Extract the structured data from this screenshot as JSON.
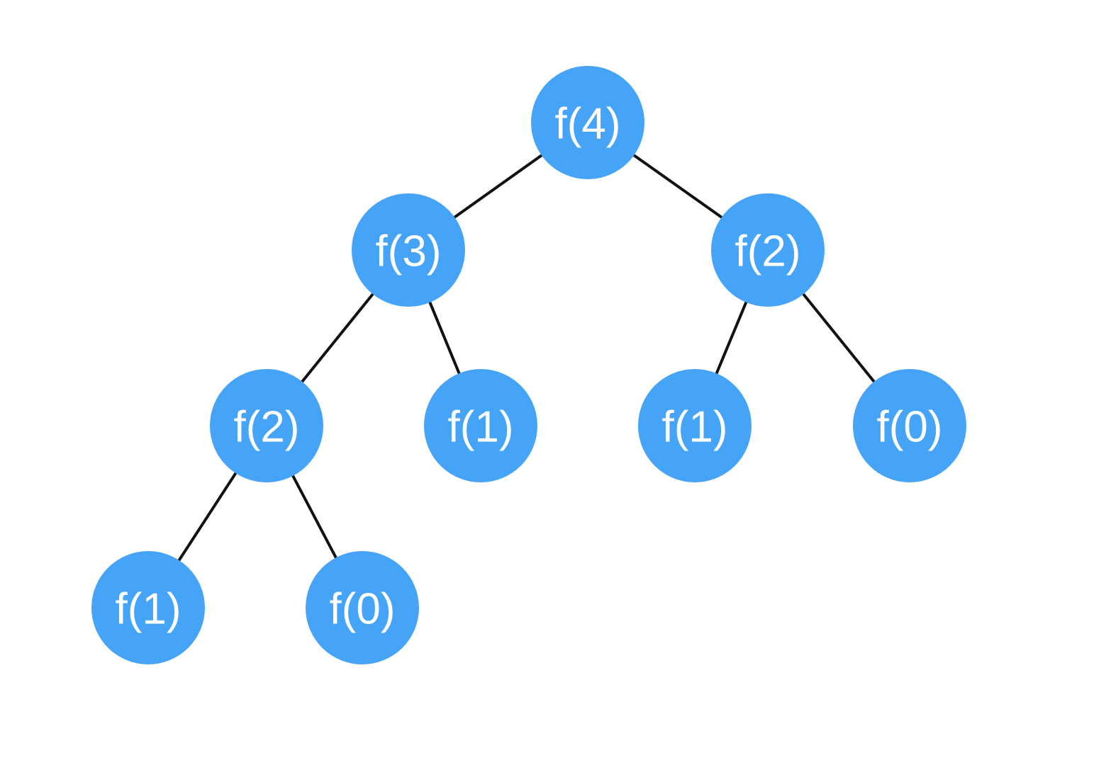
{
  "tree": {
    "node_color": "#45a3f8",
    "edge_color": "#111111",
    "label_color": "#ffffff",
    "nodes": [
      {
        "id": "n0",
        "label": "f(4)",
        "parent": null
      },
      {
        "id": "n1",
        "label": "f(3)",
        "parent": "n0"
      },
      {
        "id": "n2",
        "label": "f(2)",
        "parent": "n0"
      },
      {
        "id": "n3",
        "label": "f(2)",
        "parent": "n1"
      },
      {
        "id": "n4",
        "label": "f(1)",
        "parent": "n1"
      },
      {
        "id": "n5",
        "label": "f(1)",
        "parent": "n2"
      },
      {
        "id": "n6",
        "label": "f(0)",
        "parent": "n2"
      },
      {
        "id": "n7",
        "label": "f(1)",
        "parent": "n3"
      },
      {
        "id": "n8",
        "label": "f(0)",
        "parent": "n3"
      }
    ]
  }
}
